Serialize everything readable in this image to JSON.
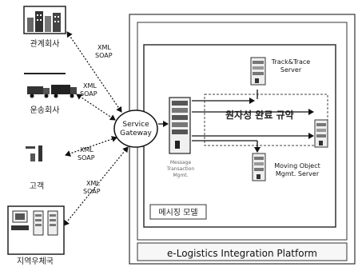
{
  "left_entities": [
    {
      "label": "관계회사",
      "protocol": [
        "XML",
        "SOAP"
      ]
    },
    {
      "label": "운송회사",
      "protocol": [
        "XML",
        "SOAP"
      ]
    },
    {
      "label": "고객",
      "protocol": [
        "XML",
        "SOAP"
      ]
    },
    {
      "label": "지역우체국",
      "protocol": [
        "XML",
        "SOAP"
      ]
    }
  ],
  "gateway": {
    "line1": "Service",
    "line2": "Gateway"
  },
  "rule_label": "원자성 완료 규약",
  "servers": {
    "track": {
      "line1": "Track&Trace",
      "line2": "Server"
    },
    "moving": {
      "line1": "Moving Object",
      "line2": "Mgmt. Server"
    },
    "central": {
      "line1": "Message",
      "line2": "Transaction",
      "line3": "Mgmt."
    }
  },
  "messaging_module": "메시징 모델",
  "platform_label": "e-Logistics Integration Platform"
}
